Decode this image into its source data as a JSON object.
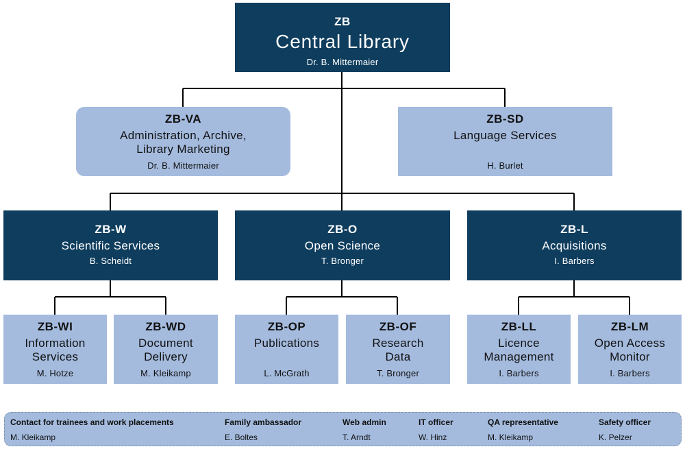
{
  "central": {
    "code": "ZB",
    "name": "Central Library",
    "head": "Dr. B. Mittermaier"
  },
  "staff_units": [
    {
      "code": "ZB-VA",
      "name_lines": [
        "Administration, Archive,",
        "Library Marketing"
      ],
      "head": "Dr. B. Mittermaier"
    },
    {
      "code": "ZB-SD",
      "name_lines": [
        "Language Services"
      ],
      "head": "H. Burlet"
    }
  ],
  "departments": [
    {
      "code": "ZB-W",
      "name": "Scientific Services",
      "head": "B. Scheidt"
    },
    {
      "code": "ZB-O",
      "name": "Open Science",
      "head": "T. Bronger"
    },
    {
      "code": "ZB-L",
      "name": "Acquisitions",
      "head": "I. Barbers"
    }
  ],
  "teams": [
    {
      "code": "ZB-WI",
      "name_lines": [
        "Information",
        "Services"
      ],
      "head": "M. Hotze"
    },
    {
      "code": "ZB-WD",
      "name_lines": [
        "Document",
        "Delivery"
      ],
      "head": "M. Kleikamp"
    },
    {
      "code": "ZB-OP",
      "name_lines": [
        "Publications"
      ],
      "head": "L. McGrath"
    },
    {
      "code": "ZB-OF",
      "name_lines": [
        "Research",
        "Data"
      ],
      "head": "T. Bronger"
    },
    {
      "code": "ZB-LL",
      "name_lines": [
        "Licence",
        "Management"
      ],
      "head": "I. Barbers"
    },
    {
      "code": "ZB-LM",
      "name_lines": [
        "Open Access",
        "Monitor"
      ],
      "head": "I. Barbers"
    }
  ],
  "contacts": [
    {
      "role": "Contact for trainees and work placements",
      "name": "M. Kleikamp"
    },
    {
      "role": "Family ambassador",
      "name": "E. Boltes"
    },
    {
      "role": "Web admin",
      "name": "T. Arndt"
    },
    {
      "role": "IT officer",
      "name": "W. Hinz"
    },
    {
      "role": "QA representative",
      "name": "M. Kleikamp"
    },
    {
      "role": "Safety officer",
      "name": "K. Pelzer"
    }
  ],
  "colors": {
    "dark_box": "#0f3d5e",
    "light_box": "#a4bbde",
    "connector": "#000000"
  }
}
